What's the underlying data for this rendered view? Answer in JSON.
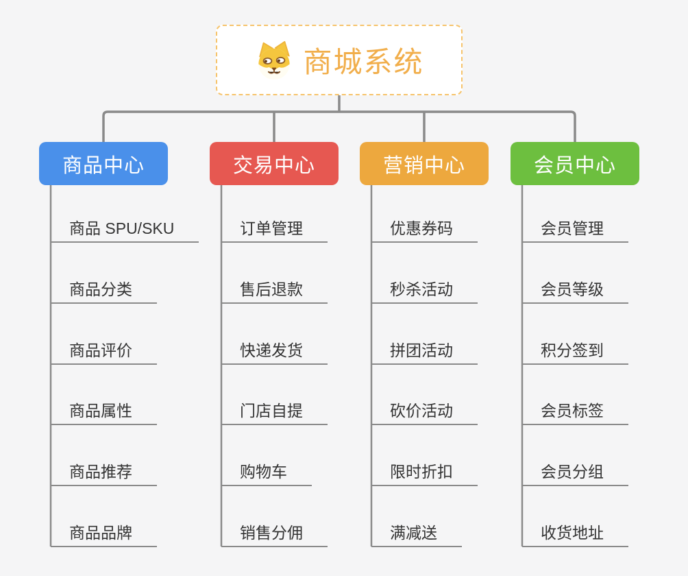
{
  "background": "#f5f5f6",
  "connector_color": "#8a8a8a",
  "root": {
    "label": "商城系统",
    "icon": "doge-icon",
    "text_color": "#f1ae4b",
    "border_color": "#f6c36b"
  },
  "branches": [
    {
      "label": "商品中心",
      "color": "#4a90ea",
      "children": [
        "商品 SPU/SKU",
        "商品分类",
        "商品评价",
        "商品属性",
        "商品推荐",
        "商品品牌"
      ]
    },
    {
      "label": "交易中心",
      "color": "#e65851",
      "children": [
        "订单管理",
        "售后退款",
        "快递发货",
        "门店自提",
        "购物车",
        "销售分佣"
      ]
    },
    {
      "label": "营销中心",
      "color": "#eda83e",
      "children": [
        "优惠券码",
        "秒杀活动",
        "拼团活动",
        "砍价活动",
        "限时折扣",
        "满减送"
      ]
    },
    {
      "label": "会员中心",
      "color": "#6dbf3f",
      "children": [
        "会员管理",
        "会员等级",
        "积分签到",
        "会员标签",
        "会员分组",
        "收货地址"
      ]
    }
  ]
}
